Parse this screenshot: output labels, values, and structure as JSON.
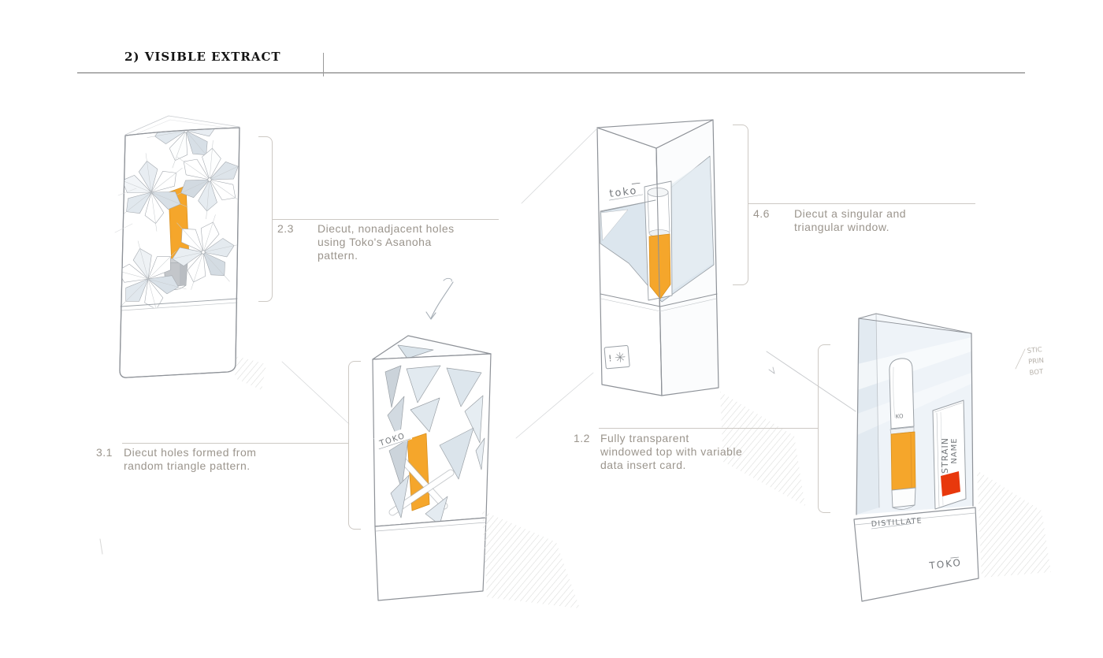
{
  "page": {
    "title": "2) VISIBLE EXTRACT"
  },
  "annotations": [
    {
      "id": "2.3",
      "text": "Diecut, nonadjacent holes\nusing Toko's Asanoha\npattern."
    },
    {
      "id": "3.1",
      "text": "Diecut holes formed from\nrandom triangle pattern."
    },
    {
      "id": "4.6",
      "text": "Diecut a singular and\ntriangular window."
    },
    {
      "id": "1.2",
      "text": "Fully transparent\nwindowed top with variable\ndata insert card."
    }
  ],
  "sketches": {
    "triangle_box": {
      "brand": "TOKO"
    },
    "window_box": {
      "brand": "toko",
      "stamp": "!"
    },
    "transparent_box": {
      "cartridge_label": "KO",
      "insert_card_lines": [
        "STRAIN",
        "NAME"
      ],
      "base_label": "DISTILLATE",
      "brand": "TOKO",
      "margin_note_lines": [
        "STIC",
        "PRIN",
        "BOT"
      ]
    }
  },
  "colors": {
    "accent_orange": "#F5A62B",
    "accent_red": "#E8380C",
    "annotation_text": "#9B958D",
    "pencil_line": "#8E9298",
    "window_tint": "#DCE6EE"
  }
}
